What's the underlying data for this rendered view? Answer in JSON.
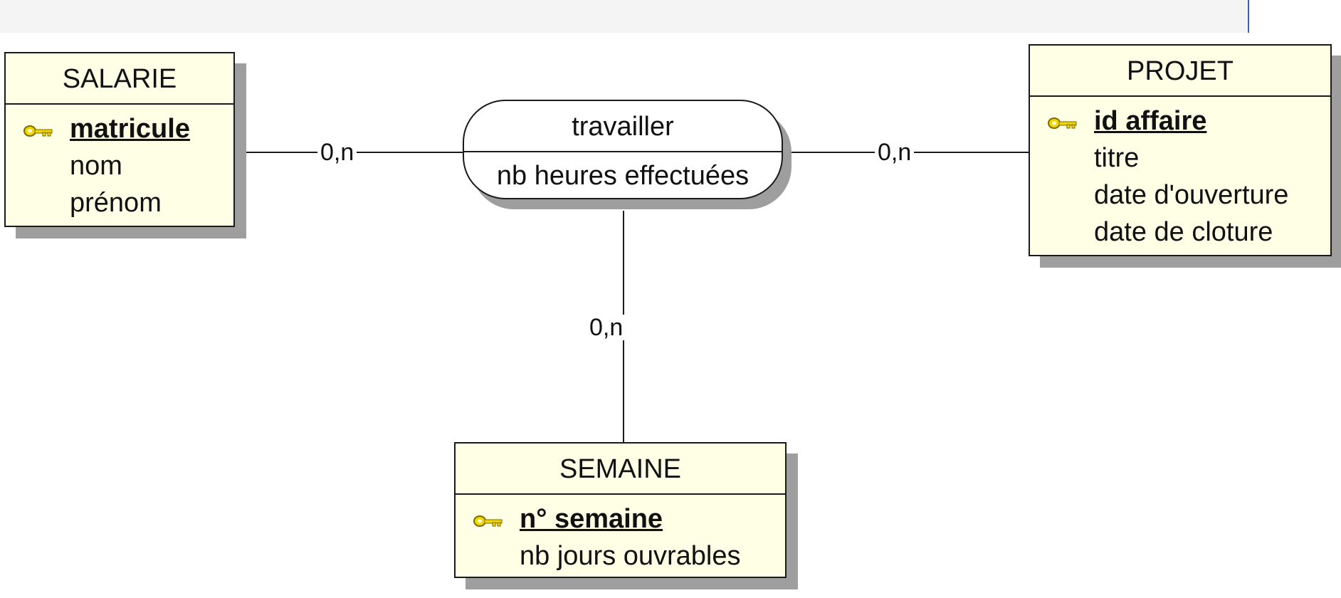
{
  "colors": {
    "entity_fill": "#ffffe6",
    "border": "#1a1a1a",
    "shadow": "#9e9e9e",
    "key_icon": "#f2d600",
    "topbar": "#f4f4f4",
    "topbar_edge": "#3a5fcd"
  },
  "entities": {
    "salarie": {
      "name": "SALARIE",
      "key": "matricule",
      "attributes": [
        "nom",
        "prénom"
      ]
    },
    "projet": {
      "name": "PROJET",
      "key": "id affaire",
      "attributes": [
        "titre",
        "date d'ouverture",
        "date de cloture"
      ]
    },
    "semaine": {
      "name": "SEMAINE",
      "key": "n° semaine",
      "attributes": [
        "nb jours ouvrables"
      ]
    }
  },
  "relation": {
    "name": "travailler",
    "attribute": "nb heures effectuées"
  },
  "cardinalities": {
    "salarie": "0,n",
    "projet": "0,n",
    "semaine": "0,n"
  }
}
